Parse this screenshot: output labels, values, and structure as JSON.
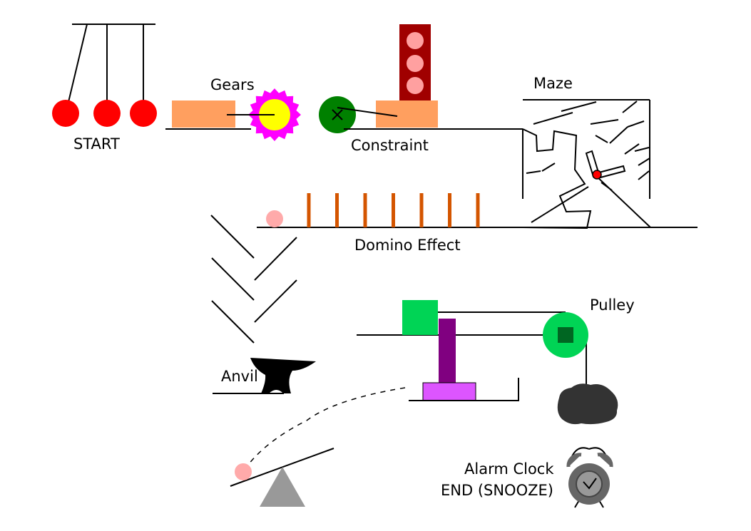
{
  "labels": {
    "start": "START",
    "gears": "Gears",
    "constraint": "Constraint",
    "maze": "Maze",
    "domino": "Domino Effect",
    "pulley": "Pulley",
    "anvil": "Anvil",
    "alarm_line1": "Alarm Clock",
    "alarm_line2": "END (SNOOZE)"
  },
  "colors": {
    "pendulum_ball": "#ff0000",
    "block": "#ff9f5f",
    "gear_outer": "#ff00ff",
    "gear_inner": "#ffff00",
    "constraint_ball": "#008000",
    "tower": "#a00000",
    "tower_ball": "#ffa0a0",
    "domino": "#d45500",
    "pink_ball": "#ffaaaa",
    "green_block": "#00d455",
    "purple_post": "#800080",
    "violet_base": "#dd55ff",
    "pulley_wheel": "#00d455",
    "pulley_square": "#006622",
    "rock": "#333333",
    "fulcrum": "#999999",
    "clock": "#666666"
  },
  "counts": {
    "dominoes": 7,
    "tower_balls": 3,
    "pendulum_balls": 3
  }
}
